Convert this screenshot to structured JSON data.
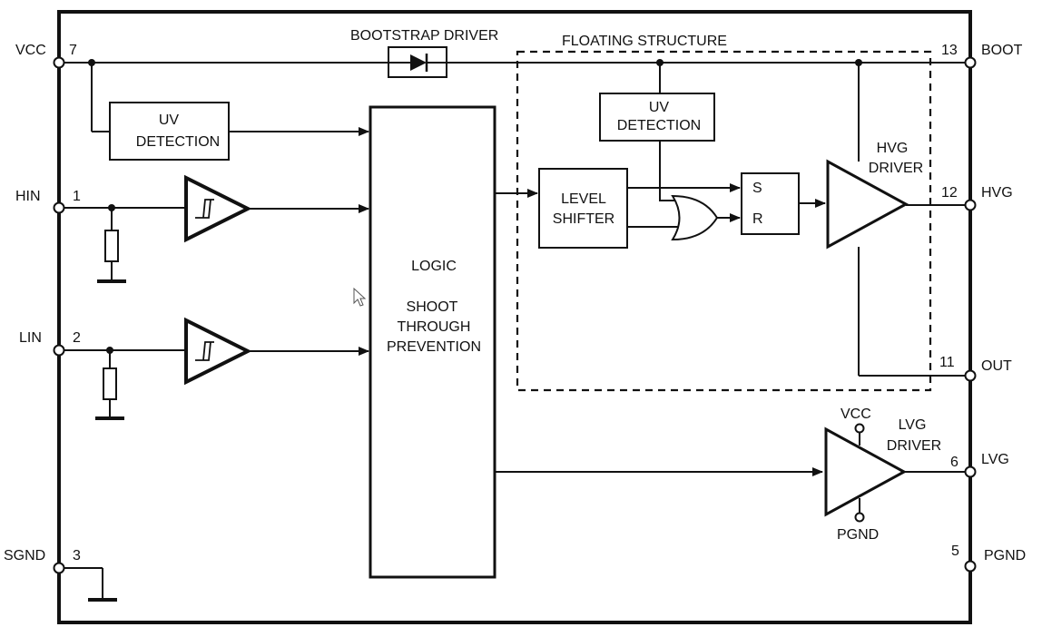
{
  "pins": {
    "vcc": {
      "name": "VCC",
      "number": "7"
    },
    "hin": {
      "name": "HIN",
      "number": "1"
    },
    "lin": {
      "name": "LIN",
      "number": "2"
    },
    "sgnd": {
      "name": "SGND",
      "number": "3"
    },
    "boot": {
      "name": "BOOT",
      "number": "13"
    },
    "hvg": {
      "name": "HVG",
      "number": "12"
    },
    "out": {
      "name": "OUT",
      "number": "11"
    },
    "lvg": {
      "name": "LVG",
      "number": "6"
    },
    "pgnd": {
      "name": "PGND",
      "number": "5"
    }
  },
  "blocks": {
    "bootstrap_driver": "BOOTSTRAP DRIVER",
    "floating_structure": "FLOATING STRUCTURE",
    "uv_detection_low": [
      "UV",
      "DETECTION"
    ],
    "uv_detection_high": [
      "UV",
      "DETECTION"
    ],
    "logic": [
      "LOGIC",
      "SHOOT",
      "THROUGH",
      "PREVENTION"
    ],
    "level_shifter": [
      "LEVEL",
      "SHIFTER"
    ],
    "latch": {
      "set": "S",
      "reset": "R"
    },
    "hvg_driver": [
      "HVG",
      "DRIVER"
    ],
    "lvg_driver": [
      "LVG",
      "DRIVER"
    ],
    "lvg_supply": "VCC",
    "lvg_ground": "PGND"
  }
}
